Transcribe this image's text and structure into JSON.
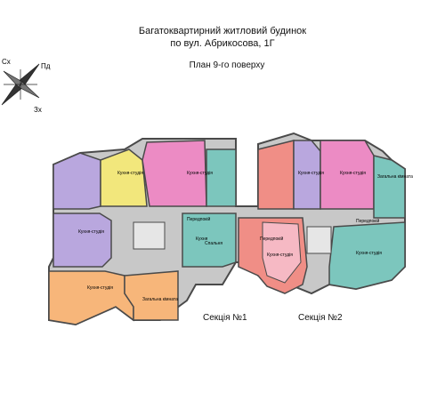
{
  "header": {
    "line1": "Багатоквартирний житловий будинок",
    "line2": "по вул. Абрикосова, 1Г",
    "plan": "План 9-го поверху"
  },
  "compass": {
    "west": "Сх",
    "north": "Пд",
    "south": "Зх"
  },
  "sections": {
    "s1": "Секція №1",
    "s2": "Секція №2"
  },
  "room_labels": {
    "kitchen_studio": "Кухня-студія",
    "living": "Загальна кімната",
    "hall": "Передпокій",
    "kitchen": "Кухня",
    "bedroom": "Спальня"
  },
  "colors": {
    "orange": "#f7b67a",
    "yellow": "#f2e77c",
    "pink": "#ec8bc4",
    "purple": "#b9a7de",
    "teal": "#7cc6bd",
    "salmon": "#f08e86",
    "lightpink": "#f6b9c4",
    "grey": "#c8c8c8",
    "wall": "#4a4a4a"
  }
}
